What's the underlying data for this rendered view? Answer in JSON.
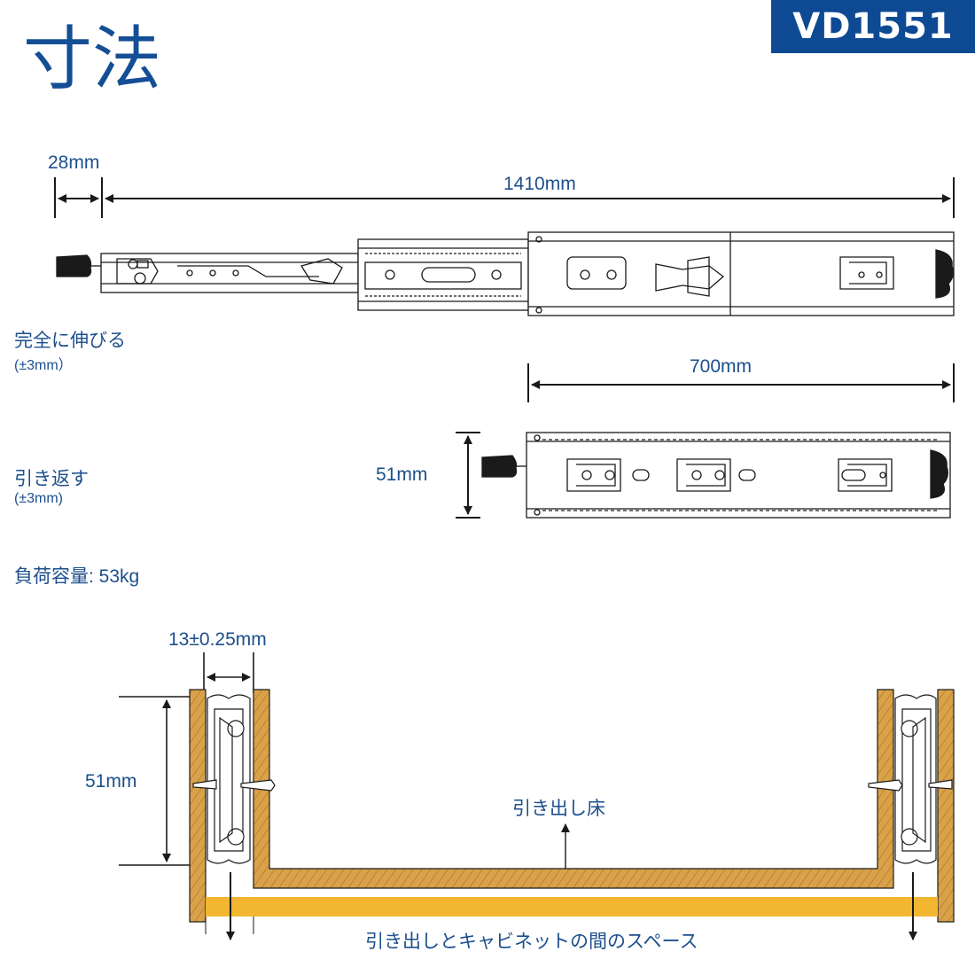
{
  "header": {
    "title": "寸法",
    "model": "VD1551"
  },
  "top_view": {
    "dim_handle": "28mm",
    "dim_total": "1410mm",
    "extended_label": "完全に伸びる",
    "extended_tol": "(±3mm）",
    "dim_closed_length": "700mm",
    "closed_label": "引き返す",
    "closed_tol": "(±3mm)",
    "dim_height": "51mm",
    "load_capacity": "負荷容量: 53kg"
  },
  "section_view": {
    "dim_gap": "13±0.25mm",
    "dim_height": "51mm",
    "drawer_floor_label": "引き出し床",
    "gap_label": "引き出しとキャビネットの間のスペース"
  },
  "colors": {
    "brand_blue": "#0e4a93",
    "text_blue": "#1c4f8d",
    "wood": "#d9a24a",
    "gap_band": "#f2b630",
    "line": "#1a1a1a"
  }
}
